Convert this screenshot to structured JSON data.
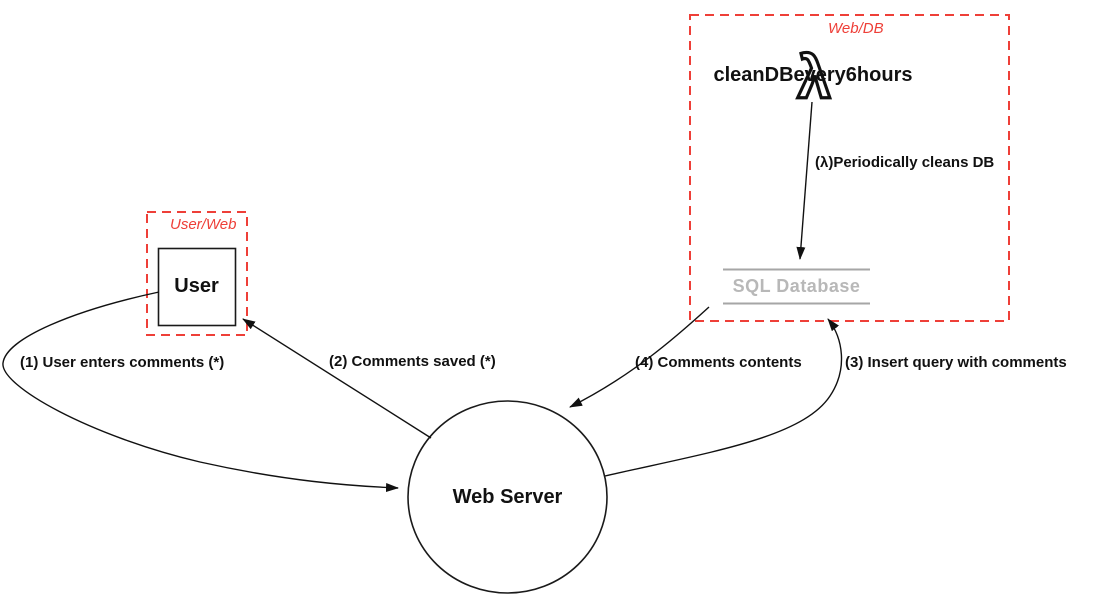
{
  "diagram": {
    "type": "data-flow-diagram",
    "colors": {
      "background": "#ffffff",
      "boundary_red": "#ee3f38",
      "edge_black": "#111111",
      "datastore_text_gray": "#b8b8b8",
      "datastore_line_gray": "#a6a6a6"
    },
    "boundaries": [
      {
        "id": "user_web",
        "label": "User/Web"
      },
      {
        "id": "web_db",
        "label": "Web/DB"
      }
    ],
    "nodes": {
      "user": {
        "label": "User",
        "shape": "square"
      },
      "web_server": {
        "label": "Web Server",
        "shape": "circle"
      },
      "sql_database": {
        "label": "SQL Database",
        "shape": "datastore"
      },
      "lambda_fn": {
        "label": "cleanDBevery6hours",
        "glyph": "λ",
        "icon": "lambda-icon"
      }
    },
    "edges": [
      {
        "num": "1",
        "label": "(1) User enters comments (*)",
        "from": "User",
        "to": "Web Server"
      },
      {
        "num": "2",
        "label": "(2) Comments saved (*)",
        "from": "Web Server",
        "to": "User"
      },
      {
        "num": "3",
        "label": "(3) Insert query with comments",
        "from": "Web Server",
        "to": "SQL Database"
      },
      {
        "num": "4",
        "label": "(4) Comments contents",
        "from": "SQL Database",
        "to": "Web Server"
      },
      {
        "num": "λ",
        "label": "(λ)Periodically cleans DB",
        "from": "cleanDBevery6hours",
        "to": "SQL Database"
      }
    ]
  }
}
